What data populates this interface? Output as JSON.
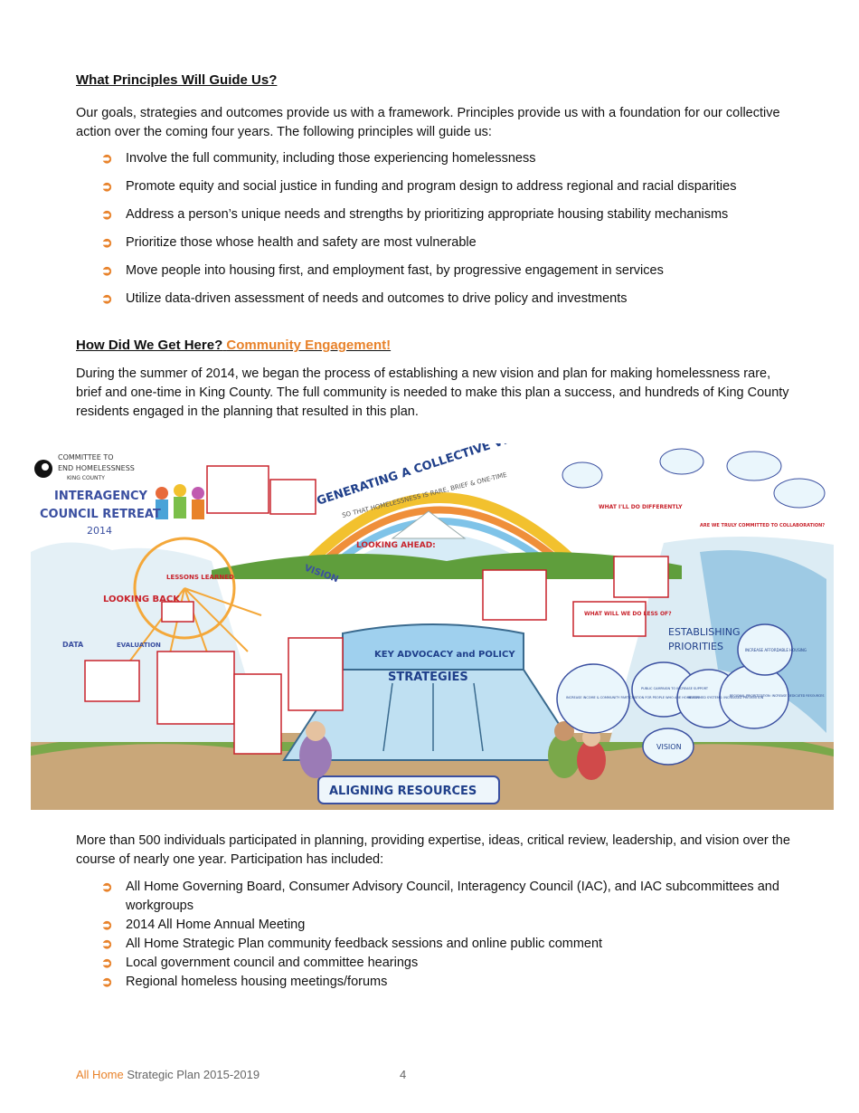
{
  "section1": {
    "heading": "What Principles Will Guide Us?",
    "intro": "Our goals, strategies and outcomes provide us with a framework. Principles provide us with a foundation for our collective action over the coming four years. The following principles will guide us:",
    "principles": [
      "Involve the full community, including those experiencing homelessness",
      "Promote equity and social justice in funding and program design to address regional and racial disparities",
      "Address a person’s unique needs and strengths by prioritizing appropriate housing stability mechanisms",
      "Prioritize those whose health and safety are most vulnerable",
      "Move people into housing first, and employment fast, by progressive engagement in services",
      "Utilize data-driven assessment of needs and outcomes to drive policy and investments"
    ]
  },
  "section2": {
    "heading": "How Did We Get Here?",
    "heading_accent": "Community Engagement!",
    "intro": "During the summer of 2014, we began the process of establishing a new vision and plan for making homelessness rare, brief and one-time in King County. The full community is needed to make this plan a success, and hundreds of King County residents engaged in the planning that resulted in this plan.",
    "followup": "More than 500 individuals participated in planning, providing expertise, ideas, critical review, leadership, and vision over the course of nearly one year. Participation has included:",
    "participation": [
      "All Home Governing Board, Consumer Advisory Council, Interagency Council (IAC), and IAC subcommittees and workgroups",
      "2014 All Home Annual Meeting",
      "All Home Strategic Plan community feedback sessions and online public comment",
      "Local government council and committee hearings",
      "Regional homeless housing meetings/forums"
    ]
  },
  "illustration": {
    "org_line1": "COMMITTEE TO",
    "org_line2": "END HOMELESSNESS",
    "org_line3": "KING COUNTY",
    "retreat_line1": "INTERAGENCY",
    "retreat_line2": "COUNCIL RETREAT",
    "year": "2014",
    "rainbow_title": "GENERATING A COLLECTIVE VISION",
    "rainbow_sub": "SO THAT HOMELESSNESS IS RARE, BRIEF & ONE-TIME",
    "key_line1": "KEY ADVOCACY and POLICY",
    "key_line2": "STRATEGIES",
    "aligning": "ALIGNING RESOURCES",
    "looking_ahead": "LOOKING AHEAD:",
    "looking_back": "LOOKING BACK",
    "lessons": "LESSONS LEARNED",
    "vision": "VISION",
    "establishing_line1": "ESTABLISHING",
    "establishing_line2": "PRIORITIES",
    "what_do": "WHAT I'LL DO DIFFERENTLY",
    "what_less": "WHAT WILL WE DO LESS OF?",
    "committed": "ARE WE TRULY COMMITTED TO COLLABORATION?",
    "data": "DATA",
    "evaluation": "EVALUATION",
    "cloud1": "INCREASE INCOME & COMMUNITY PARTICIPATION FOR PEOPLE WHO ARE HOMELESS",
    "cloud2": "PUBLIC CAMPAIGN TO INCREASE SUPPORT",
    "cloud3": "REFORMED SYSTEMS: INCREASED PREVENTION",
    "cloud4": "REGIONAL PRIORITIZATION: INCREASE DEDICATED RESOURCES",
    "cloud5": "INCREASE AFFORDABLE HOUSING",
    "cloud6": "VISION"
  },
  "footer": {
    "brand": "All Home",
    "rest": " Strategic Plan 2015-2019",
    "page": "4"
  },
  "colors": {
    "accent": "#e8822a",
    "red_label": "#c8232c",
    "blue_label": "#3a4fa0",
    "rainbow_text": "#1f3f8a"
  }
}
